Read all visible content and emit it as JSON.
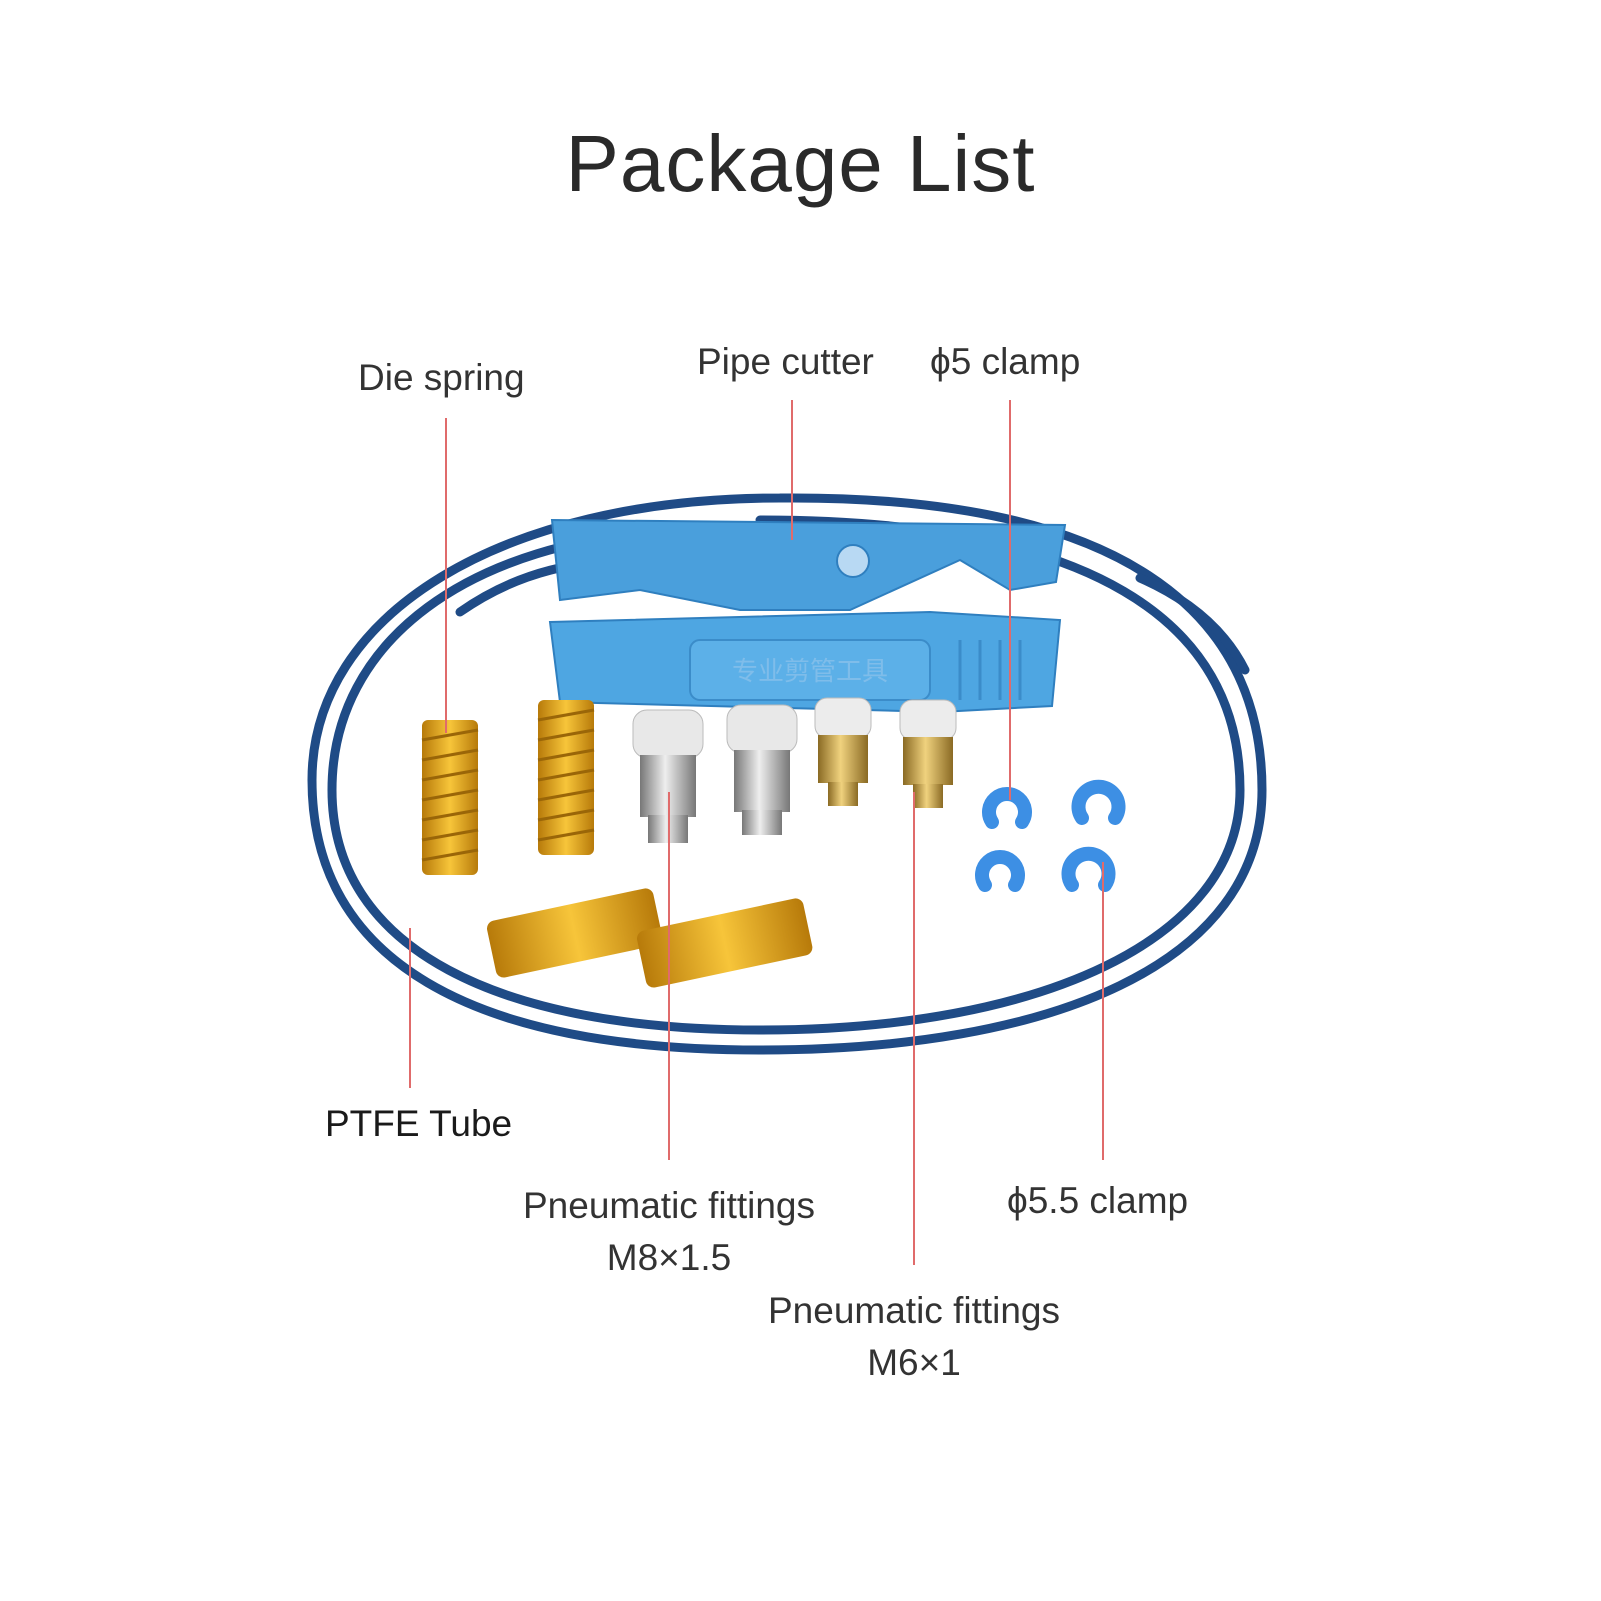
{
  "title": "Package List",
  "labels": {
    "die_spring": "Die spring",
    "pipe_cutter": "Pipe cutter",
    "clamp_5": "ϕ5 clamp",
    "ptfe_tube": "PTFE Tube",
    "fittings_m8_line1": "Pneumatic fittings",
    "fittings_m8_line2": "M8×1.5",
    "clamp_55": "ϕ5.5 clamp",
    "fittings_m6_line1": "Pneumatic fittings",
    "fittings_m6_line2": "M6×1"
  },
  "colors": {
    "tube": "#1f4b86",
    "cutter": "#4a9fdc",
    "spring": "#e3a417",
    "leader": "#e06b6b",
    "clamp": "#3d8fe4",
    "brass": "#c9a247",
    "steel": "#b9b9b9"
  }
}
